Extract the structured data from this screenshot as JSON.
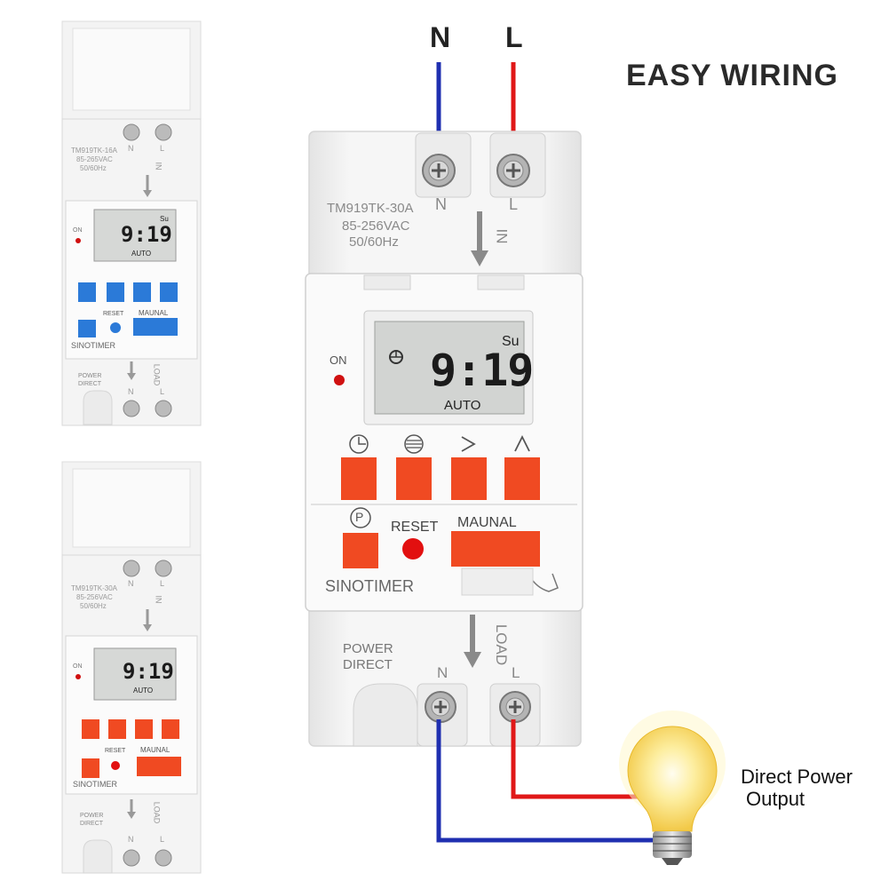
{
  "headline": "EASY WIRING",
  "wires": {
    "neutral_label": "N",
    "live_label": "L",
    "neutral_color": "#1f2fb0",
    "live_color": "#e01818"
  },
  "main_timer": {
    "model": "TM919TK-30A",
    "voltage": "85-256VAC",
    "frequency": "50/60Hz",
    "input_label": "IN",
    "load_label": "LOAD",
    "terminal_n": "N",
    "terminal_l": "L",
    "on_label": "ON",
    "power_direct_line1": "POWER",
    "power_direct_line2": "DIRECT",
    "display": {
      "time": "9:19",
      "day": "Su",
      "mode": "AUTO"
    },
    "buttons": {
      "reset": "RESET",
      "manual": "MAUNAL",
      "program_symbol": "P"
    },
    "brand": "SINOTIMER",
    "accent_color": "#f04a22"
  },
  "thumbnails": [
    {
      "model": "TM919TK-16A",
      "voltage": "85-265VAC",
      "frequency": "50/60Hz",
      "time": "9:19",
      "day": "Su",
      "mode": "AUTO",
      "on_label": "ON",
      "reset": "RESET",
      "manual": "MAUNAL",
      "brand": "SINOTIMER",
      "power_line1": "POWER",
      "power_line2": "DIRECT",
      "terminal_n": "N",
      "terminal_l": "L",
      "in_label": "IN",
      "load_label": "LOAD",
      "accent_color": "#2b7ad8"
    },
    {
      "model": "TM919TK-30A",
      "voltage": "85-256VAC",
      "frequency": "50/60Hz",
      "time": "9:19",
      "day": "",
      "mode": "AUTO",
      "on_label": "ON",
      "reset": "RESET",
      "manual": "MAUNAL",
      "brand": "SINOTIMER",
      "power_line1": "POWER",
      "power_line2": "DIRECT",
      "terminal_n": "N",
      "terminal_l": "L",
      "in_label": "IN",
      "load_label": "LOAD",
      "accent_color": "#f04a22"
    }
  ],
  "output_caption": {
    "line1": "Direct Power",
    "line2": "Output"
  }
}
